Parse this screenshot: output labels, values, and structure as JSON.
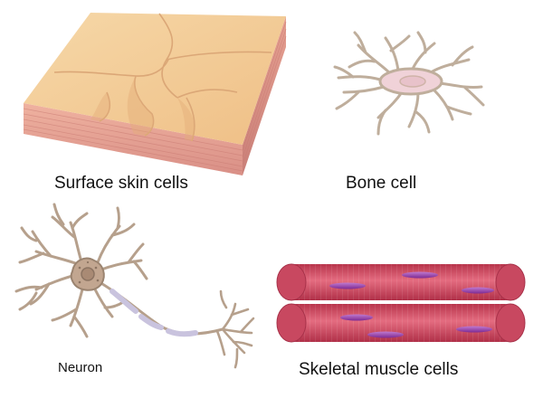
{
  "labels": {
    "skin": "Surface skin cells",
    "bone": "Bone cell",
    "neuron": "Neuron",
    "muscle": "Skeletal muscle cells"
  },
  "colors": {
    "skin_top": "#f4cf9c",
    "skin_side": "#e8a294",
    "cell_process": "#bfae9c",
    "bone_nucleus": "#f0d2d8",
    "muscle_fiber": "#d65068",
    "muscle_nucleus": "#9a3ca8",
    "myelin": "#c9c3de"
  }
}
